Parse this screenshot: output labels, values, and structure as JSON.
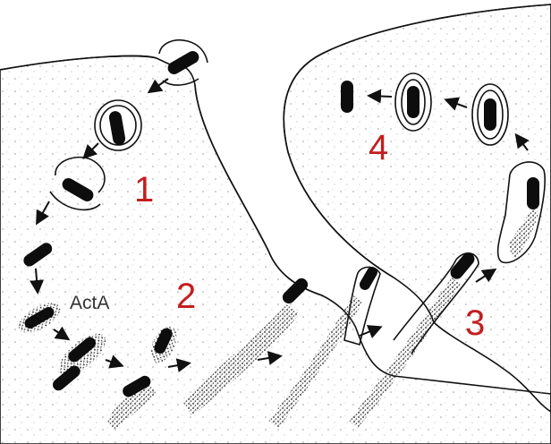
{
  "labels": {
    "step1": "1",
    "step2": "2",
    "step3": "3",
    "step4": "4",
    "acta": "ActA"
  },
  "colors": {
    "step_number": "#c41e1e",
    "bacterium": "#0d0d0d",
    "outline": "#111111",
    "cytoplasm": "#f7f7f5"
  }
}
